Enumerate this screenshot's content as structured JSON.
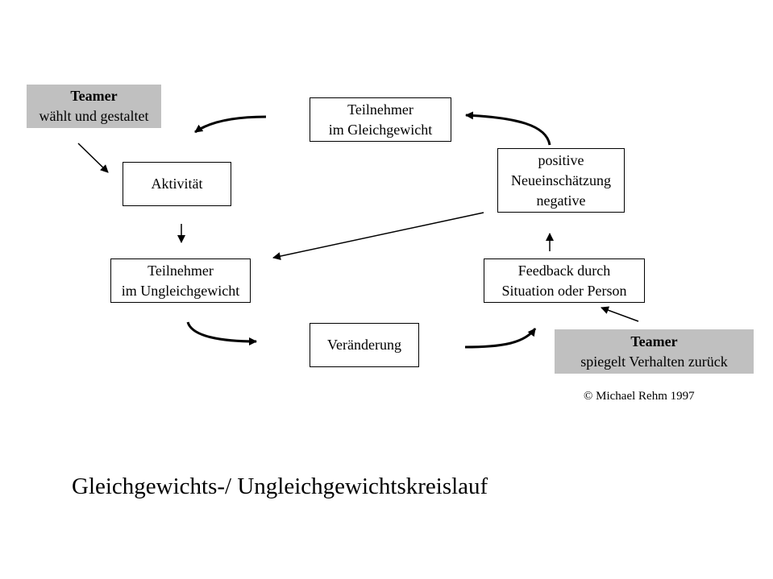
{
  "teamer_top": {
    "head": "Teamer",
    "text": "wählt und gestaltet"
  },
  "teamer_bottom": {
    "head": "Teamer",
    "text": "spiegelt Verhalten zurück"
  },
  "nodes": {
    "gleichgewicht": {
      "line1": "Teilnehmer",
      "line2": "im Gleichgewicht"
    },
    "aktivitaet": {
      "line1": "Aktivität"
    },
    "neueinschaetzung": {
      "line1": "positive",
      "line2": "Neueinschätzung",
      "line3": "negative"
    },
    "ungleichgewicht": {
      "line1": "Teilnehmer",
      "line2": "im Ungleichgewicht"
    },
    "feedback": {
      "line1": "Feedback durch",
      "line2": "Situation oder Person"
    },
    "veraenderung": {
      "line1": "Veränderung"
    }
  },
  "copyright": "© Michael Rehm 1997",
  "title": "Gleichgewichts-/ Ungleichgewichtskreislauf"
}
